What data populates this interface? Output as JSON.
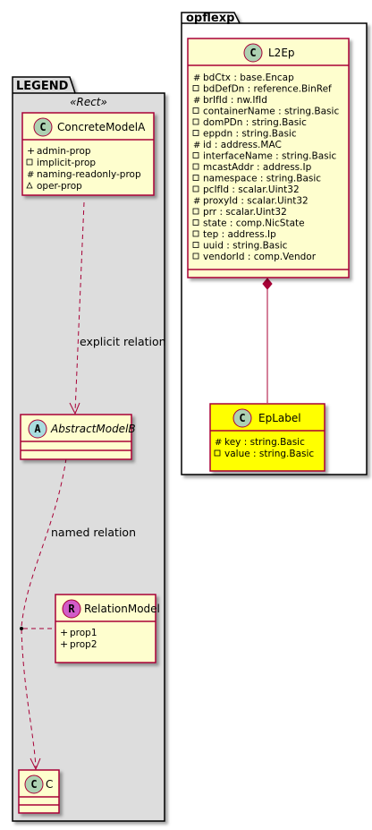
{
  "colors": {
    "class_fill": "#FEFECE",
    "class_border": "#A80036",
    "highlight_fill": "#FFFF00",
    "legend_fill": "#DDDDDD",
    "circle_class": "#ADD1B2",
    "circle_abstract": "#A9DCDF",
    "circle_relation": "#D15CC8"
  },
  "packages": {
    "opflexp": "opflexp",
    "legend": "LEGEND"
  },
  "legend": {
    "stereotype": "«Rect»",
    "concrete": {
      "circle": "C",
      "name": "ConcreteModelA",
      "attrs": [
        {
          "vis": "+",
          "text": "admin-prop"
        },
        {
          "vis": "-",
          "text": "implicit-prop"
        },
        {
          "vis": "#",
          "text": "naming-readonly-prop"
        },
        {
          "vis": "~",
          "text": "oper-prop"
        }
      ]
    },
    "abstract": {
      "circle": "A",
      "name": "AbstractModelB"
    },
    "relation_model": {
      "circle": "R",
      "name": "RelationModel",
      "attrs": [
        {
          "vis": "+",
          "text": "prop1"
        },
        {
          "vis": "+",
          "text": "prop2"
        }
      ]
    },
    "c": {
      "circle": "C",
      "name": "C"
    },
    "explicit_relation": "explicit relation",
    "named_relation": "named relation"
  },
  "l2ep": {
    "circle": "C",
    "name": "L2Ep",
    "attrs": [
      {
        "vis": "#",
        "text": "bdCtx : base.Encap"
      },
      {
        "vis": "-",
        "text": "bdDefDn : reference.BinRef"
      },
      {
        "vis": "#",
        "text": "brIfId : nw.IfId"
      },
      {
        "vis": "-",
        "text": "containerName : string.Basic"
      },
      {
        "vis": "-",
        "text": "domPDn : string.Basic"
      },
      {
        "vis": "-",
        "text": "eppdn : string.Basic"
      },
      {
        "vis": "#",
        "text": "id : address.MAC"
      },
      {
        "vis": "-",
        "text": "interfaceName : string.Basic"
      },
      {
        "vis": "-",
        "text": "mcastAddr : address.Ip"
      },
      {
        "vis": "-",
        "text": "namespace : string.Basic"
      },
      {
        "vis": "-",
        "text": "pcIfId : scalar.Uint32"
      },
      {
        "vis": "#",
        "text": "proxyId : scalar.Uint32"
      },
      {
        "vis": "-",
        "text": "prr : scalar.Uint32"
      },
      {
        "vis": "-",
        "text": "state : comp.NicState"
      },
      {
        "vis": "-",
        "text": "tep : address.Ip"
      },
      {
        "vis": "-",
        "text": "uuid : string.Basic"
      },
      {
        "vis": "-",
        "text": "vendorId : comp.Vendor"
      }
    ]
  },
  "eplabel": {
    "circle": "C",
    "name": "EpLabel",
    "attrs": [
      {
        "vis": "#",
        "text": "key : string.Basic"
      },
      {
        "vis": "-",
        "text": "value : string.Basic"
      }
    ]
  }
}
